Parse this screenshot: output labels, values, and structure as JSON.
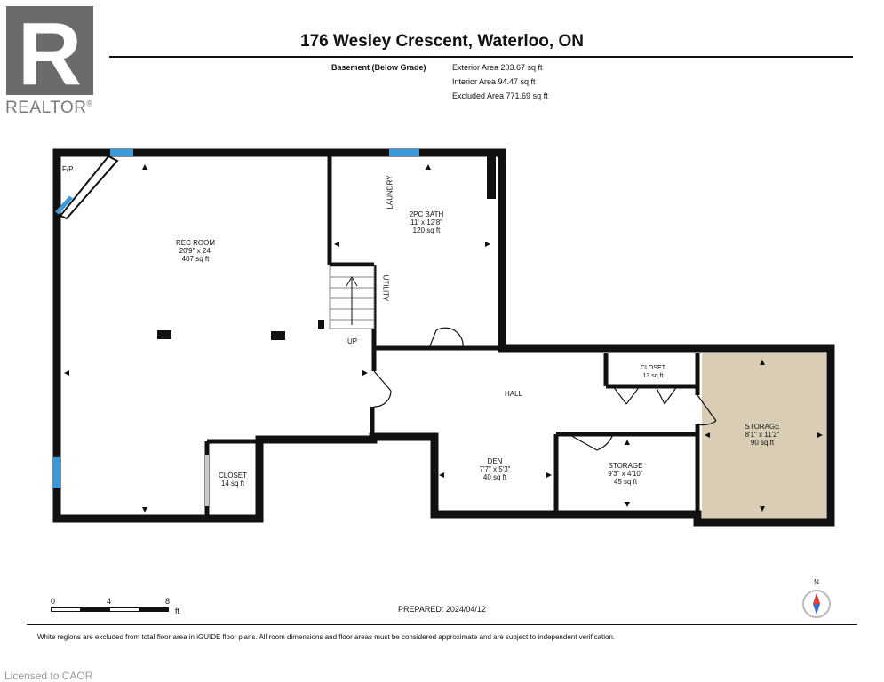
{
  "logo": {
    "brand": "REALTOR",
    "mark": "R",
    "registered": "®"
  },
  "title": "176 Wesley Crescent, Waterloo, ON",
  "level": {
    "name": "Basement (Below Grade)",
    "exterior_area": "Exterior Area 203.67 sq ft",
    "interior_area": "Interior Area 94.47 sq ft",
    "excluded_area": "Excluded Area 771.69 sq ft"
  },
  "rooms": {
    "fp": "F/P",
    "rec_room": {
      "name": "REC ROOM",
      "dims": "20'9\" x 24'",
      "area": "407 sq ft"
    },
    "laundry": "LAUNDRY",
    "bath": {
      "name": "2PC BATH",
      "dims": "11' x 12'8\"",
      "area": "120 sq ft"
    },
    "utility": "UTILITY",
    "up": "UP",
    "hall": "HALL",
    "closet_top": {
      "name": "CLOSET",
      "area": "13 sq ft"
    },
    "storage_large": {
      "name": "STORAGE",
      "dims": "8'1\" x 11'2\"",
      "area": "90 sq ft"
    },
    "den": {
      "name": "DEN",
      "dims": "7'7\" x 5'3\"",
      "area": "40 sq ft"
    },
    "storage_small": {
      "name": "STORAGE",
      "dims": "9'3\" x 4'10\"",
      "area": "45 sq ft"
    },
    "closet_bottom": {
      "name": "CLOSET",
      "area": "14 sq ft"
    }
  },
  "scale": {
    "labels": [
      "0",
      "4",
      "8"
    ],
    "unit": "ft"
  },
  "prepared": "PREPARED: 2024/04/12",
  "compass": "N",
  "footer_note": "White regions are excluded from total floor area in iGUIDE floor plans. All room dimensions and floor areas must be considered approximate and are subject to independent verification.",
  "licensed": "Licensed to CAOR",
  "colors": {
    "wall": "#111111",
    "window": "#3a9ad9",
    "storage_fill": "#dacdb6",
    "logo_gray": "#6b6b6b"
  }
}
